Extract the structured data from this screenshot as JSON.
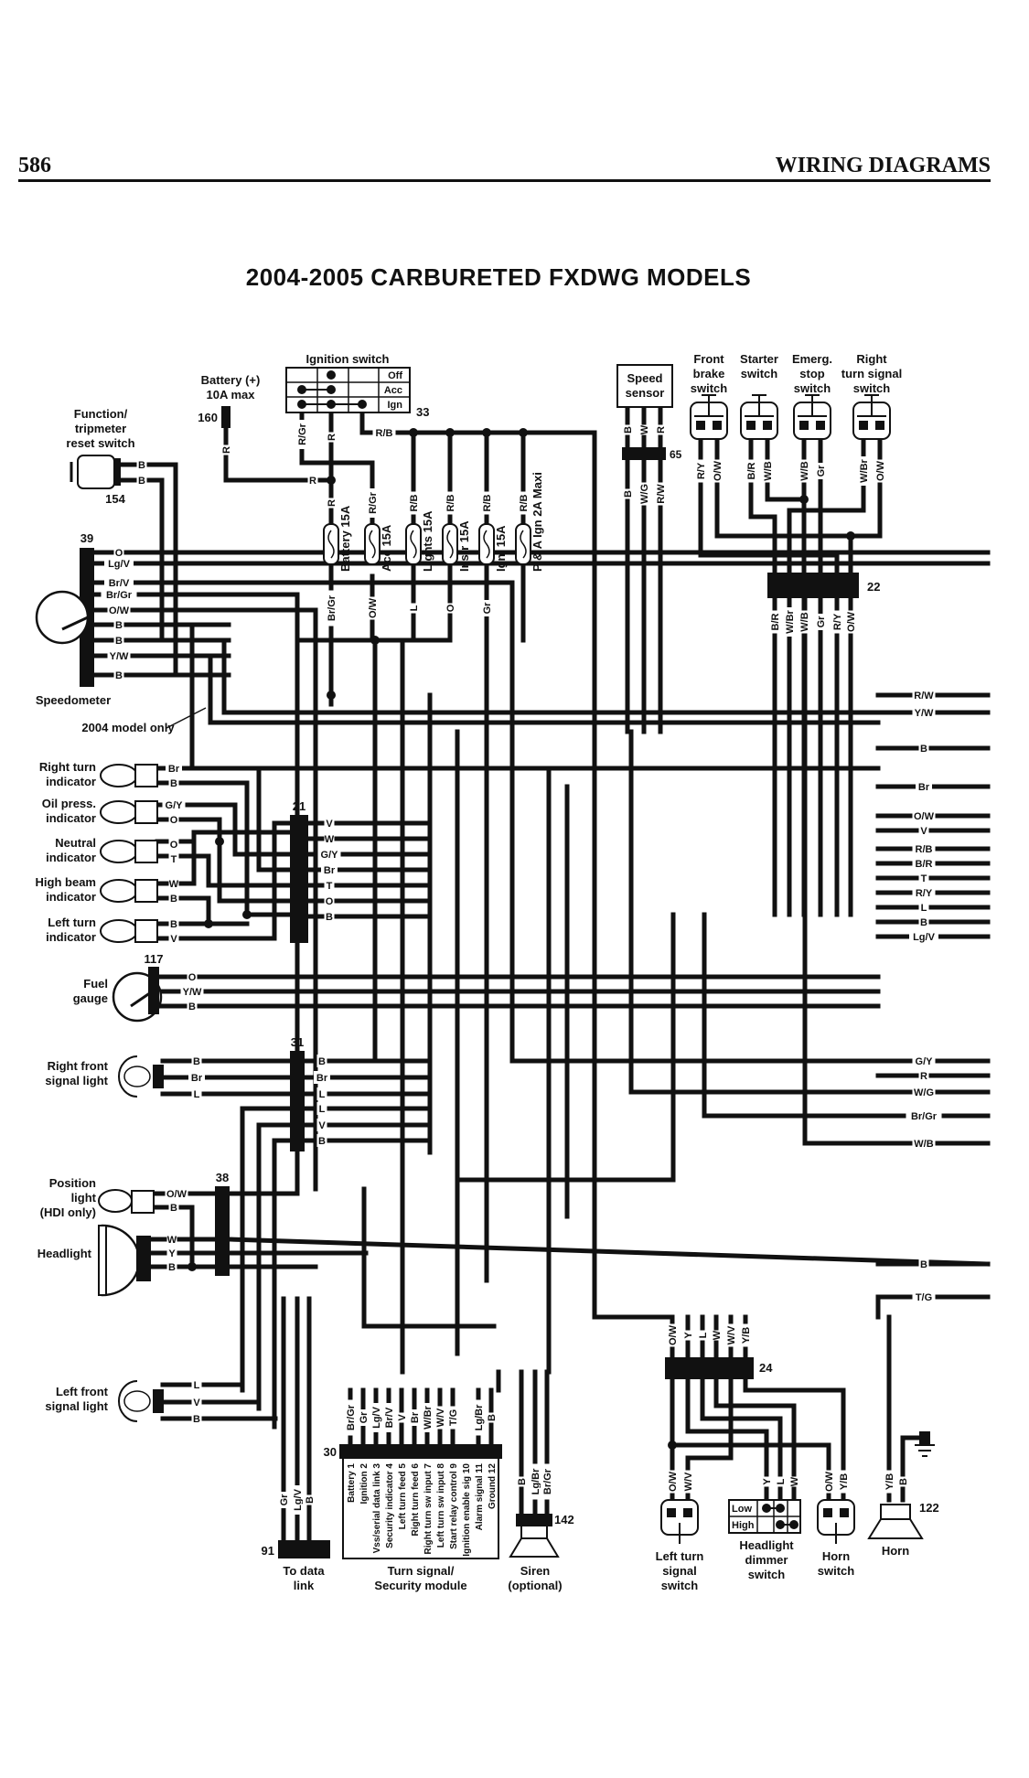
{
  "header": {
    "page_number": "586",
    "section": "WIRING DIAGRAMS"
  },
  "title": "2004-2005 CARBURETED FXDWG MODELS",
  "components": {
    "ignition_switch": {
      "label": "Ignition switch",
      "number": "33",
      "positions": [
        "Off",
        "Acc",
        "Ign"
      ]
    },
    "battery": {
      "label_line1": "Battery (+)",
      "label_line2": "10A max",
      "number": "160"
    },
    "function_switch": {
      "label_line1": "Function/",
      "label_line2": "tripmeter",
      "label_line3": "reset switch",
      "number": "154"
    },
    "speedometer": {
      "label": "Speedometer",
      "number": "39",
      "note": "2004 model only",
      "wires": [
        "O",
        "Lg/V",
        "Br/V",
        "Br/Gr",
        "O/W",
        "B",
        "B",
        "Y/W",
        "B"
      ]
    },
    "fuses": [
      {
        "label": "Battery 15A",
        "in": "R",
        "out": "Br/Gr"
      },
      {
        "label": "Acc 15A",
        "in": "R/Gr",
        "out": "O/W"
      },
      {
        "label": "Lights 15A",
        "in": "R/B",
        "out": "L"
      },
      {
        "label": "Instr 15A",
        "in": "R/B",
        "out": "O"
      },
      {
        "label": "Ign. 15A",
        "in": "R/B",
        "out": "Gr"
      },
      {
        "label": "P & A Ign 2A Maxi",
        "in": "R/B",
        "out": ""
      }
    ],
    "speed_sensor": {
      "label_line1": "Speed",
      "label_line2": "sensor",
      "number": "65",
      "wires_top": [
        "B",
        "W",
        "R"
      ],
      "wires_bottom": [
        "B",
        "W/G",
        "R/W"
      ]
    },
    "handlebar_switches": [
      {
        "label": [
          "Front",
          "brake",
          "switch"
        ],
        "wires": [
          "R/Y",
          "O/W"
        ]
      },
      {
        "label": [
          "Starter",
          "switch"
        ],
        "wires": [
          "B/R",
          "W/B"
        ]
      },
      {
        "label": [
          "Emerg.",
          "stop",
          "switch"
        ],
        "wires": [
          "W/B",
          "Gr"
        ]
      },
      {
        "label": [
          "Right",
          "turn signal",
          "switch"
        ],
        "wires": [
          "W/Br",
          "O/W"
        ]
      }
    ],
    "connector_22": {
      "number": "22",
      "wires": [
        "B/R",
        "W/Br",
        "W/B",
        "Gr",
        "R/Y",
        "O/W"
      ]
    },
    "indicators": [
      {
        "label": [
          "Right turn",
          "indicator"
        ],
        "wires": [
          "Br",
          "B"
        ]
      },
      {
        "label": [
          "Oil press.",
          "indicator"
        ],
        "wires": [
          "G/Y",
          "O"
        ]
      },
      {
        "label": [
          "Neutral",
          "indicator"
        ],
        "wires": [
          "O",
          "T"
        ]
      },
      {
        "label": [
          "High beam",
          "indicator"
        ],
        "wires": [
          "W",
          "B"
        ]
      },
      {
        "label": [
          "Left turn",
          "indicator"
        ],
        "wires": [
          "B",
          "V"
        ]
      }
    ],
    "connector_21": {
      "number": "21",
      "wires": [
        "V",
        "W",
        "G/Y",
        "Br",
        "T",
        "O",
        "B"
      ]
    },
    "fuel_gauge": {
      "label": [
        "Fuel",
        "gauge"
      ],
      "number": "117",
      "wires": [
        "O",
        "Y/W",
        "B"
      ]
    },
    "right_front_signal": {
      "label": [
        "Right front",
        "signal light"
      ],
      "wires": [
        "B",
        "Br",
        "L"
      ]
    },
    "connector_31": {
      "number": "31",
      "wires": [
        "B",
        "Br",
        "L",
        "L",
        "V",
        "B"
      ]
    },
    "position_light": {
      "label": [
        "Position",
        "light",
        "(HDI only)"
      ],
      "wires": [
        "O/W",
        "B"
      ]
    },
    "headlight": {
      "label": "Headlight",
      "wires": [
        "W",
        "Y",
        "B"
      ]
    },
    "connector_38": {
      "number": "38"
    },
    "left_front_signal": {
      "label": [
        "Left front",
        "signal light"
      ],
      "wires": [
        "L",
        "V",
        "B"
      ]
    },
    "data_link": {
      "label": [
        "To data",
        "link"
      ],
      "number": "91",
      "wires": [
        "Gr",
        "Lg/V",
        "B"
      ]
    },
    "security_module": {
      "label": [
        "Turn signal/",
        "Security module"
      ],
      "number": "30",
      "wires": [
        "Br/Gr",
        "Gr",
        "Lg/V",
        "Br/V",
        "V",
        "Br",
        "W/Br",
        "W/V",
        "T/G",
        "",
        "Lg/Br",
        "B"
      ],
      "pins": [
        "Battery 1",
        "Ignition 2",
        "Vss/serial data link 3",
        "Security indicator 4",
        "Left turn feed 5",
        "Right turn feed 6",
        "Right turn sw input 7",
        "Left turn sw input 8",
        "Start relay control 9",
        "Ignition enable sig 10",
        "Alarm signal 11",
        "Ground 12"
      ]
    },
    "siren": {
      "label": [
        "Siren",
        "(optional)"
      ],
      "number": "142",
      "wires": [
        "B",
        "Lg/Br",
        "Br/Gr"
      ]
    },
    "connector_24": {
      "number": "24",
      "wires": [
        "O/W",
        "Y",
        "L",
        "W",
        "W/V",
        "Y/B"
      ]
    },
    "left_turn_switch": {
      "label": [
        "Left turn",
        "signal",
        "switch"
      ],
      "wires": [
        "O/W",
        "W/V"
      ]
    },
    "dimmer_switch": {
      "label": [
        "Headlight",
        "dimmer",
        "switch"
      ],
      "positions": [
        "Low",
        "High"
      ],
      "wires": [
        "Y",
        "L",
        "W"
      ]
    },
    "horn_switch": {
      "label": [
        "Horn",
        "switch"
      ],
      "wires": [
        "O/W",
        "Y/B"
      ]
    },
    "horn": {
      "label": "Horn",
      "number": "122",
      "wires": [
        "Y/B",
        "B"
      ]
    }
  },
  "right_edge_wires": [
    "R/W",
    "Y/W",
    "B",
    "Br",
    "O/W",
    "V",
    "R/B",
    "B/R",
    "T",
    "R/Y",
    "L",
    "B",
    "Lg/V",
    "G/Y",
    "R",
    "W/G",
    "Br/Gr",
    "W/B",
    "B",
    "T/G"
  ]
}
